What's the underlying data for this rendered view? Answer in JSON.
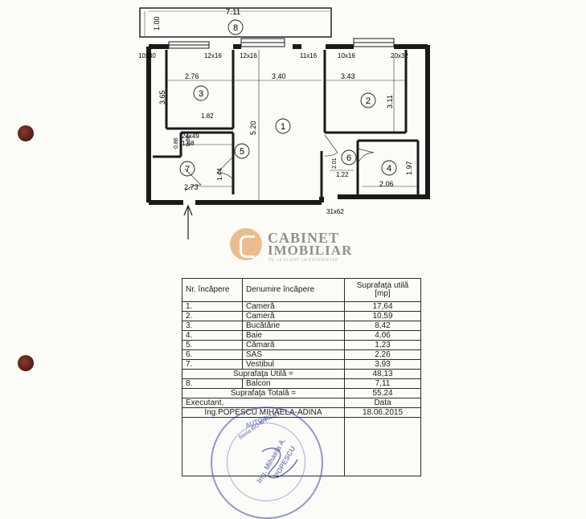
{
  "plan": {
    "dims": {
      "balcony_width": "7.11",
      "balcony_depth": "1.00",
      "win_left": "10x30",
      "win_kitchen": "12x16",
      "win_living": "12x16",
      "win_mid": "11x16",
      "win_room2": "10x16",
      "win_right": "20x32",
      "kitchen_w": "2.76",
      "living_w": "3.40",
      "room2_w": "3.43",
      "kitchen_h": "3.65",
      "kitchen_inner": "1.82",
      "living_h": "5.20",
      "room2_h": "3.11",
      "storage_d": "24x49",
      "storage_w": "1.68",
      "storage_h": "0.86",
      "storage_h2": "0.80",
      "hall_w": "1.44",
      "vestibul_w": "2.73",
      "sas_h": "2.01",
      "sas_w": "1.22",
      "bath_h": "1.97",
      "bath_w": "2.06",
      "door": "31x62"
    },
    "room_numbers": [
      "1",
      "2",
      "3",
      "4",
      "5",
      "6",
      "7",
      "8"
    ]
  },
  "logo": {
    "line1": "CABINET",
    "line2": "IMOBILIAR",
    "tagline": "DE LA CLIENT LA PROPRIETAR"
  },
  "legend": {
    "header": {
      "nr": "Nr. încăpere",
      "name": "Denumire încăpere",
      "area": "Suprafaţa utilă [mp]"
    },
    "rows": [
      {
        "nr": "1.",
        "name": "Cameră",
        "area": "17,64"
      },
      {
        "nr": "2.",
        "name": "Cameră",
        "area": "10,59"
      },
      {
        "nr": "3.",
        "name": "Bucătărie",
        "area": "8,42"
      },
      {
        "nr": "4.",
        "name": "Baie",
        "area": "4,06"
      },
      {
        "nr": "5.",
        "name": "Cămară",
        "area": "1,23"
      },
      {
        "nr": "6.",
        "name": "SAS",
        "area": "2,26"
      },
      {
        "nr": "7.",
        "name": "Vestibul",
        "area": "3,93"
      }
    ],
    "util": {
      "label": "Suprafaţa Utilă =",
      "value": "48,13"
    },
    "balcon": {
      "nr": "8.",
      "name": "Balcon",
      "area": "7,11"
    },
    "total": {
      "label": "Suprafaţa Totală =",
      "value": "55,24"
    },
    "executant": {
      "label": "Executant,",
      "data_label": "Data"
    },
    "engineer": "Ing.POPESCU MIHAELA-ADINA",
    "date": "18.06.2015"
  },
  "stamp": {
    "line1": "AUTORIZAT",
    "line2": "Seria RO-B-F",
    "line3": "Ing. Mihaela A.",
    "line4": "POPESCU"
  }
}
